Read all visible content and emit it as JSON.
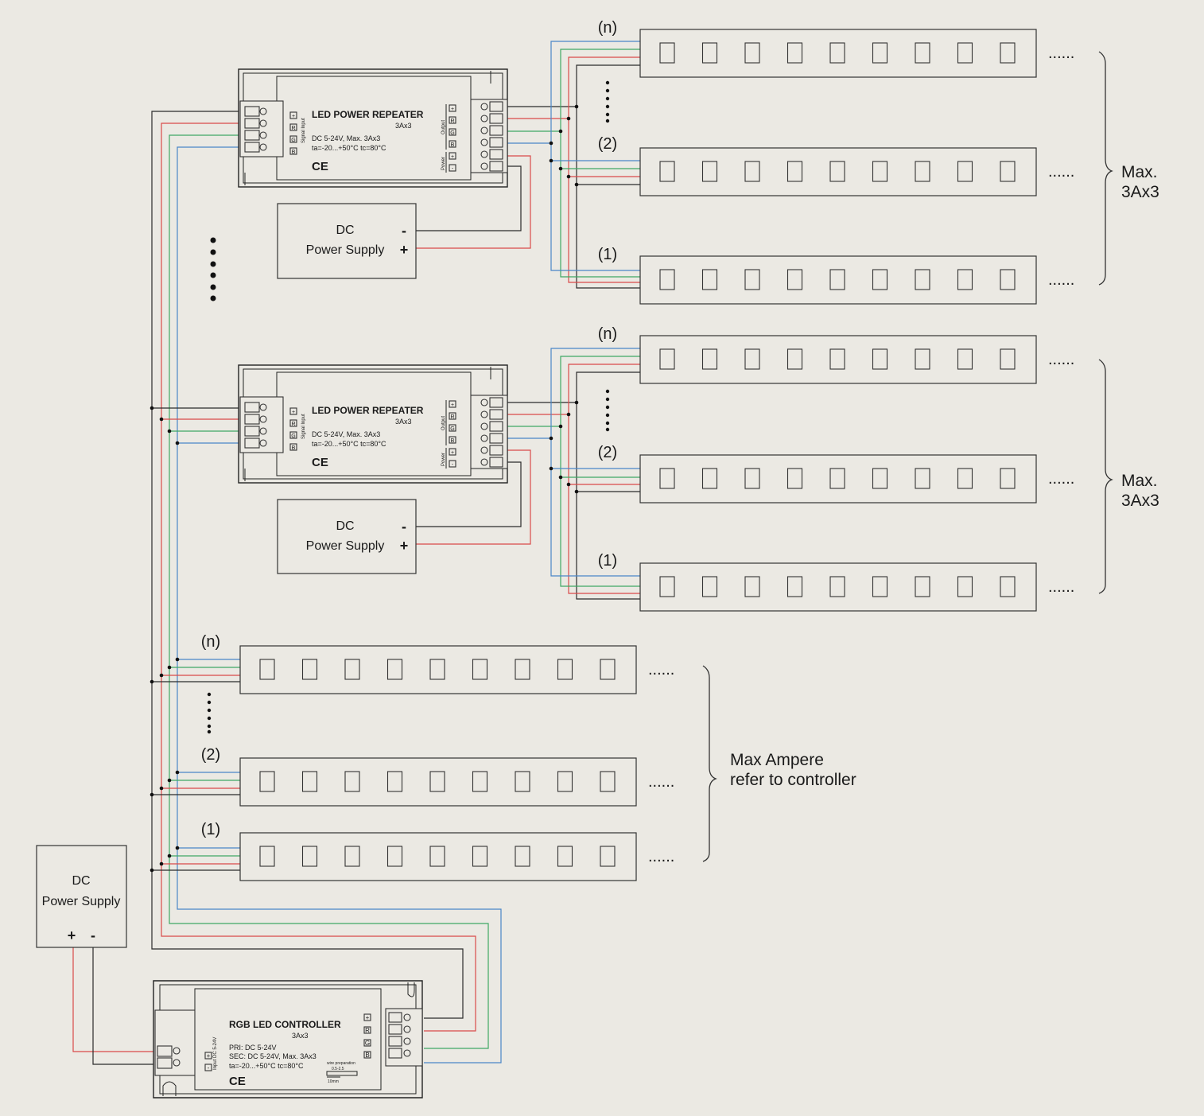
{
  "repeater": {
    "title": "LED POWER REPEATER",
    "rating": "3Ax3",
    "spec1": "DC 5-24V, Max. 3Ax3",
    "spec2": "ta=-20...+50°C   tc=80°C",
    "ce": "CE",
    "signal_input": "Signal Input",
    "output": "Output",
    "power": "Power",
    "terminals_in": [
      "+",
      "R",
      "G",
      "B"
    ],
    "terminals_out": [
      "+",
      "R",
      "G",
      "B",
      "+",
      "-"
    ]
  },
  "controller": {
    "title": "RGB LED CONTROLLER",
    "rating": "3Ax3",
    "pri": "PRI: DC 5-24V",
    "sec": "SEC: DC 5-24V, Max. 3Ax3",
    "temp": "ta=-20...+50°C   tc=80°C",
    "ce": "CE",
    "wire_prep": "wire preparation",
    "wire_size": "0.5-2.5",
    "wire_len": "10mm",
    "input_label": "Input DC 5-24V",
    "terminals_out": [
      "+",
      "R",
      "G",
      "B"
    ],
    "terminals_in": [
      "+",
      "-"
    ]
  },
  "power_supply": {
    "line1": "DC",
    "line2": "Power Supply",
    "minus": "-",
    "plus": "+"
  },
  "strip_labels": {
    "n": "(n)",
    "two": "(2)",
    "one": "(1)",
    "ellipsis": "......"
  },
  "group_labels": {
    "max_line1": "Max.",
    "max_line2": "3Ax3",
    "ampere_line1": "Max Ampere",
    "ampere_line2": "refer to controller"
  }
}
